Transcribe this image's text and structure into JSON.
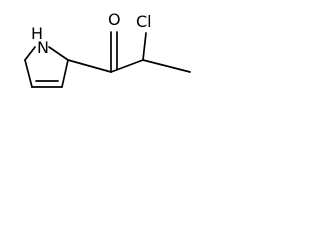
{
  "molecule": {
    "atoms": {
      "nitrogen": "N",
      "hydrogen": "H",
      "oxygen": "O",
      "chlorine": "Cl"
    }
  },
  "colors": {
    "background": "#ffffff",
    "ink": "#000000"
  }
}
